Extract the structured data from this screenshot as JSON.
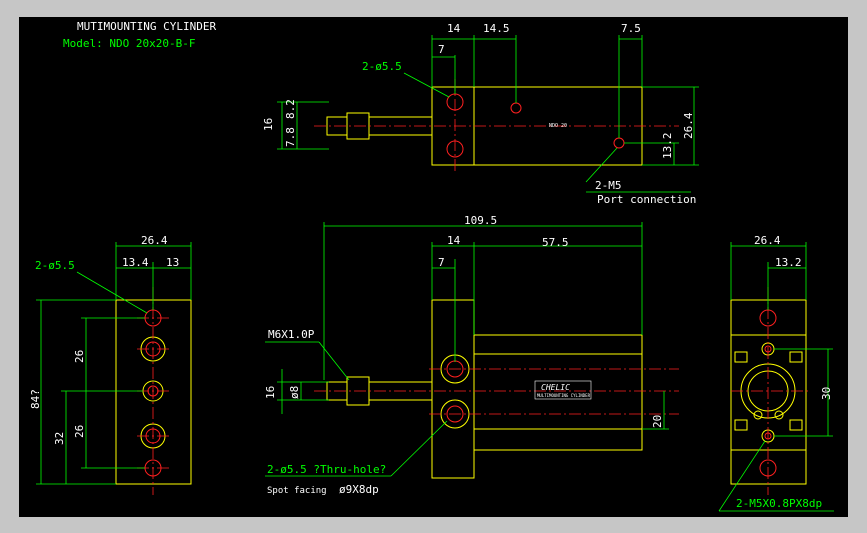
{
  "title": {
    "name": "MUTIMOUNTING CYLINDER",
    "model": "Model: NDO 20x20-B-F"
  },
  "top_view": {
    "dim_14": "14",
    "dim_14_5": "14.5",
    "dim_7_5": "7.5",
    "dim_7": "7",
    "hole_label": "2-ø5.5",
    "dim_16": "16",
    "dim_8_2": "8.2",
    "dim_7_8": "7.8",
    "dim_26_4": "26.4",
    "dim_13_2": "13.2",
    "port_label": "2-M5",
    "port_desc": "Port connection",
    "body_text": "NDO 20"
  },
  "front_view": {
    "dim_109_5": "109.5",
    "dim_14": "14",
    "dim_57_5": "57.5",
    "dim_7": "7",
    "thread_label": "M6X1.0P",
    "dim_16": "16",
    "dim_8": "ø8",
    "dim_20": "20",
    "hole_label": "2-ø5.5 ?Thru-hole?",
    "spot_label": "Spot facing",
    "spot_dim": "ø9X8dp",
    "brand": "CHELIC",
    "brand_sub": "MULTIMOUNTING CYLINDER"
  },
  "left_view": {
    "dim_26_4": "26.4",
    "dim_13_4": "13.4",
    "dim_13": "13",
    "hole_label": "2-ø5.5",
    "dim_84": "84?",
    "dim_26_a": "26",
    "dim_26_b": "26",
    "dim_32": "32"
  },
  "right_view": {
    "dim_26_4": "26.4",
    "dim_13_2": "13.2",
    "dim_30": "30",
    "thread_label": "2-M5X0.8PX8dp"
  },
  "colors": {
    "background": "#000000",
    "outline": "#ffff00",
    "dimension": "#00ff00",
    "centerline": "#ff2020",
    "text": "#ffffff"
  }
}
